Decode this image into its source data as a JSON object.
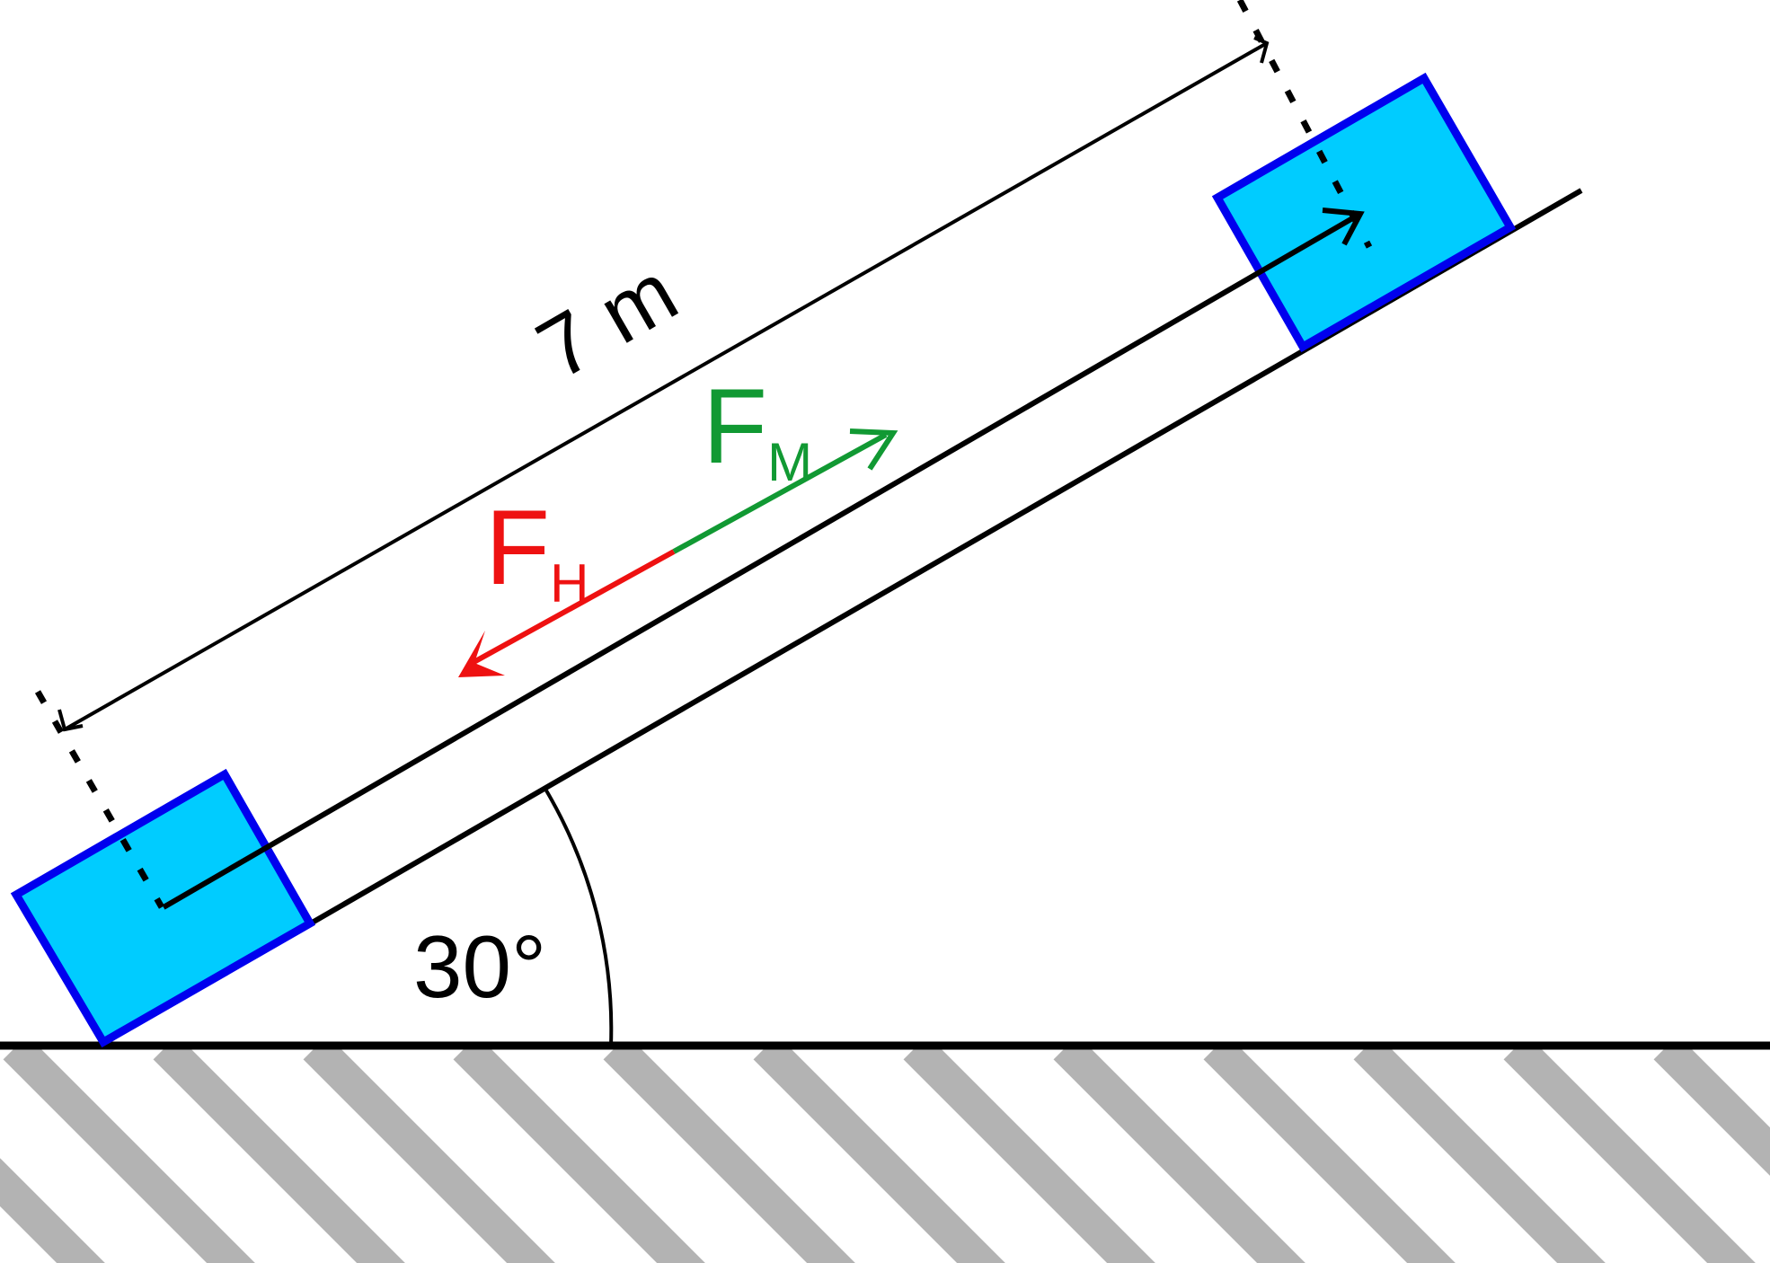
{
  "distance_label": "7 m",
  "angle_label": "30°",
  "force_up": {
    "symbol": "F",
    "subscript": "M"
  },
  "force_down": {
    "symbol": "F",
    "subscript": "H"
  },
  "colors": {
    "block_fill": "#00CCFF",
    "block_stroke": "#0000EE",
    "force_up": "#119933",
    "force_down": "#EE1111",
    "hatch": "#B3B3B3",
    "line": "#000000"
  }
}
